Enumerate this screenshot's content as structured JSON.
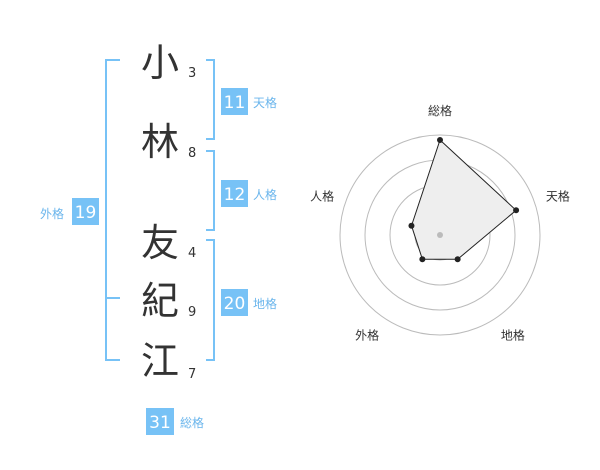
{
  "name": {
    "chars": [
      {
        "char": "小",
        "strokes": "3"
      },
      {
        "char": "林",
        "strokes": "8"
      },
      {
        "char": "友",
        "strokes": "4"
      },
      {
        "char": "紀",
        "strokes": "9"
      },
      {
        "char": "江",
        "strokes": "7"
      }
    ]
  },
  "fortune": {
    "tenkaku": {
      "value": "11",
      "label": "天格"
    },
    "jinkaku": {
      "value": "12",
      "label": "人格"
    },
    "chikaku": {
      "value": "20",
      "label": "地格"
    },
    "gaikaku": {
      "value": "19",
      "label": "外格"
    },
    "soukaku": {
      "value": "31",
      "label": "総格"
    }
  },
  "chart_data": {
    "type": "radar",
    "axes": [
      "総格",
      "天格",
      "地格",
      "外格",
      "人格"
    ],
    "values": [
      0.95,
      0.8,
      0.3,
      0.3,
      0.3
    ],
    "rings": 4
  },
  "colors": {
    "accent": "#77c2f6",
    "text": "#333333",
    "label": "#6ab5ec",
    "ring": "#bbbbbb",
    "fill": "#eeeeee",
    "line": "#222222"
  }
}
